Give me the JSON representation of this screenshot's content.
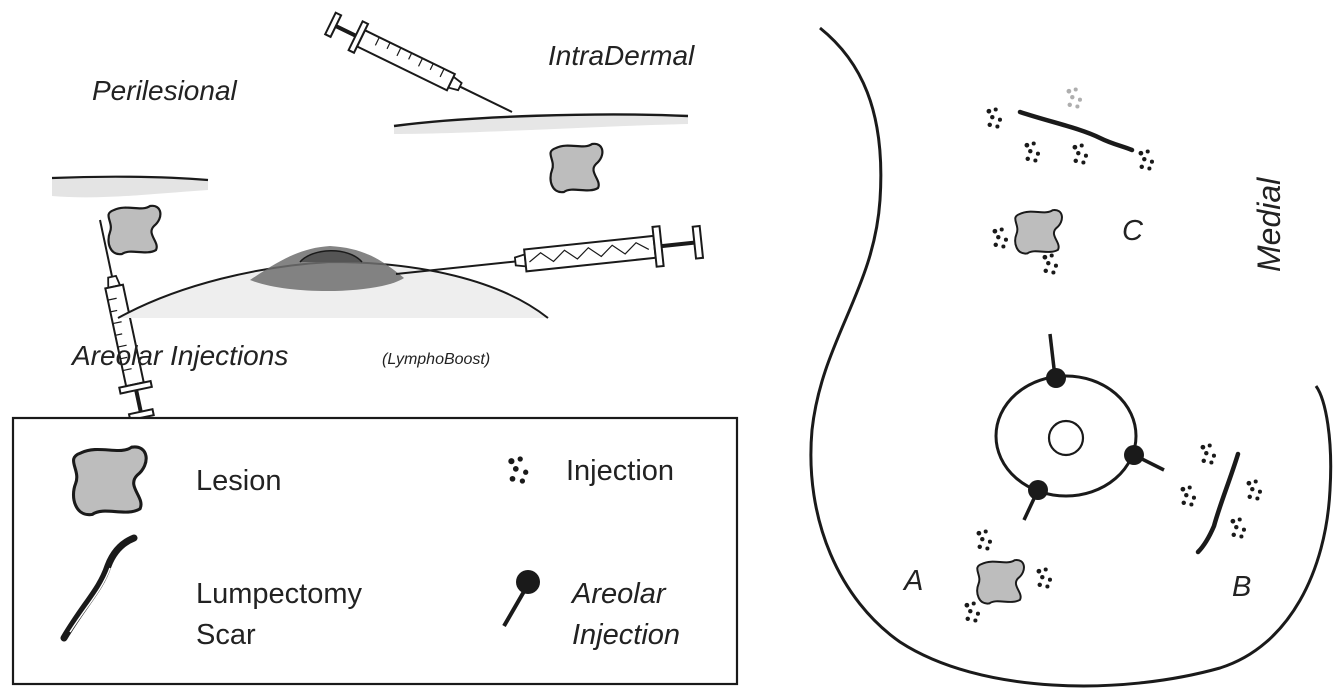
{
  "injection_labels": {
    "perilesional": "Perilesional",
    "intradermal": "IntraDermal",
    "areolar": "Areolar Injections",
    "areolar_note": "(LymphoBoost)"
  },
  "legend": {
    "lesion": "Lesion",
    "injection": "Injection",
    "scar_line1": "Lumpectomy",
    "scar_line2": "Scar",
    "areolar_line1": "Areolar",
    "areolar_line2": "Injection"
  },
  "breast": {
    "medial": "Medial",
    "site_a": "A",
    "site_b": "B",
    "site_c": "C"
  },
  "colors": {
    "ink": "#1a1a1a",
    "lesion_fill": "#bdbdbd",
    "skin_shade": "#d6d6d6",
    "areola_shade": "#6e6e6e"
  }
}
